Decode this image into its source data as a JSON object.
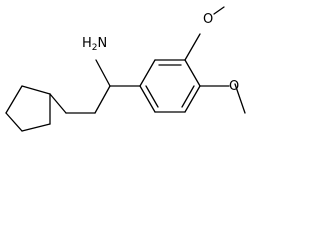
{
  "molecule": {
    "amine": {
      "element": "N",
      "hydrogen": "H",
      "count": "2"
    },
    "methoxy_top": {
      "atom": "O"
    },
    "methoxy_bottom": {
      "atom": "O"
    }
  }
}
